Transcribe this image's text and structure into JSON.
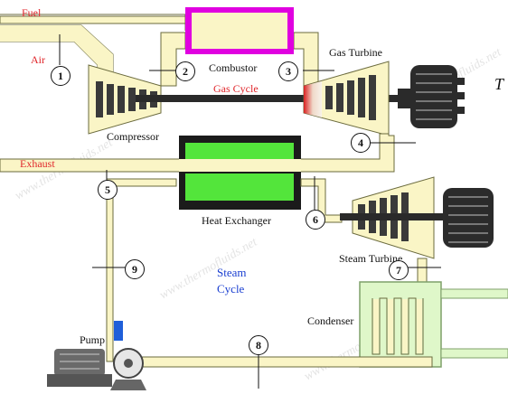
{
  "labels": {
    "fuel": "Fuel",
    "air": "Air",
    "combustor": "Combustor",
    "gas_turbine": "Gas Turbine",
    "gas_cycle": "Gas Cycle",
    "compressor": "Compressor",
    "exhaust": "Exhaust",
    "heat_exchanger": "Heat Exchanger",
    "steam_turbine": "Steam Turbine",
    "steam_cycle_line1": "Steam",
    "steam_cycle_line2": "Cycle",
    "condenser": "Condenser",
    "pump": "Pump",
    "t_label": "T"
  },
  "states": [
    "1",
    "2",
    "3",
    "4",
    "5",
    "6",
    "7",
    "8",
    "9"
  ],
  "watermark": "www.thermofluids.net",
  "colors": {
    "pipe": "#faf5c6",
    "pipe_border": "#6b6b3e",
    "fuel_line": "#e000e0",
    "hx_green": "#53e53b",
    "condenser_green": "#dff7c9",
    "hot_red": "#e0262b",
    "pump_blue": "#1f5fd9"
  }
}
